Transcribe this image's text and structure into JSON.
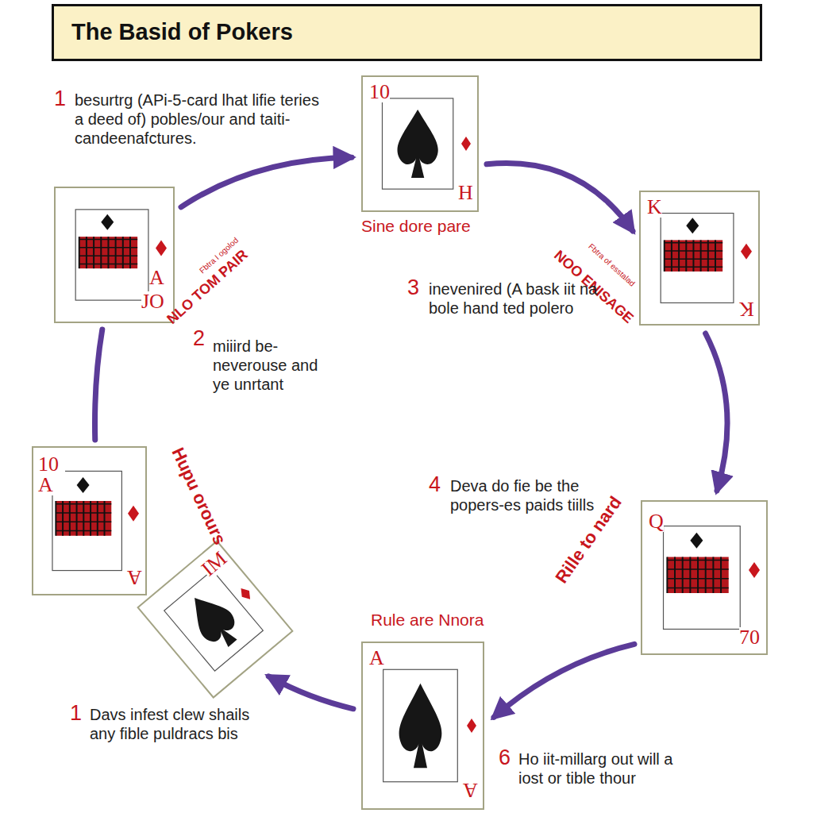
{
  "diagram": {
    "title": "The Basid of Pokers",
    "nodes": [
      {
        "text": [
          "A",
          "JO"
        ]
      },
      {
        "text": [
          "10",
          "H"
        ]
      },
      {
        "text": [
          "K",
          "K"
        ]
      },
      {
        "text": [
          "Q",
          "70"
        ]
      },
      {
        "text": [
          "A",
          "A"
        ]
      },
      {
        "text": [
          "IM"
        ]
      },
      {
        "text": [
          "10 A",
          "A"
        ]
      }
    ],
    "edges": [
      {
        "from": 0,
        "to": 1,
        "arrow": "to"
      },
      {
        "from": 1,
        "to": 2,
        "arrow": "to"
      },
      {
        "from": 2,
        "to": 3,
        "arrow": "to"
      },
      {
        "from": 3,
        "to": 4,
        "arrow": "to"
      },
      {
        "from": 4,
        "to": 5,
        "arrow": "to"
      },
      {
        "from": 6,
        "to": 0,
        "arrow": "none"
      }
    ],
    "labels": [
      "1",
      "besurtrg (APi-5-card lhat lifie teries a deed of) pobles/our and taiti-candeenafctures.",
      "NLO TOM PAIR",
      "Fbtra I ogolod",
      "Sine dore pare",
      "NOO ENISAGE",
      "Fbtra of esstalad",
      "2",
      "miiird be-neverouse and ye unrtant",
      "3",
      "inevenired (A bask iit na bole hand ted polero",
      "4",
      "Deva do fie be the popers-es paids tiills",
      "Rille to nard",
      "Hupu orours",
      "Rule are Nnora",
      "1",
      "Davs infest clew shails any fible puldracs bis",
      "6",
      "Ho iit-millarg out will a iost or tible thour"
    ]
  }
}
